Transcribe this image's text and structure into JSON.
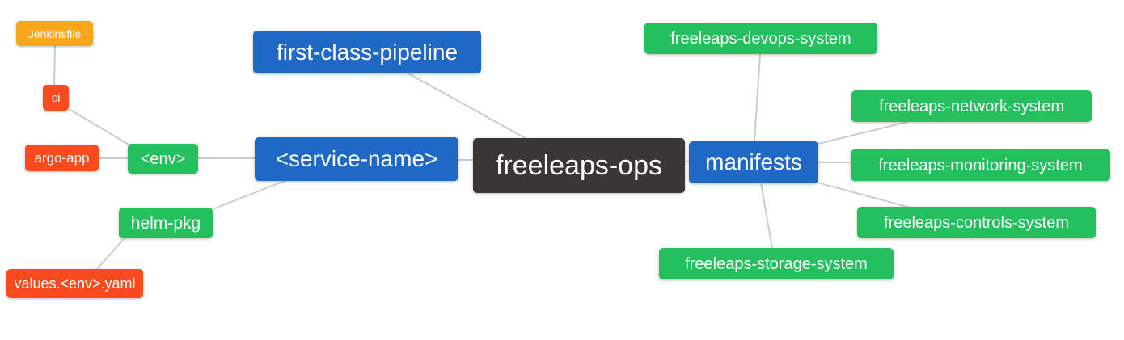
{
  "title": "freeleaps-ops mindmap",
  "palette": {
    "root": "#3a3633",
    "branch": "#1f68c5",
    "green": "#24c05e",
    "red": "#fb4b1e",
    "orange": "#faa61a",
    "line": "#cccccc",
    "text": "#ffffff"
  },
  "nodes": {
    "root": {
      "label": "freeleaps-ops",
      "role": "root"
    },
    "first_class_pipeline": {
      "label": "first-class-pipeline",
      "role": "branch"
    },
    "service_name": {
      "label": "<service-name>",
      "role": "branch"
    },
    "manifests": {
      "label": "manifests",
      "role": "branch"
    },
    "env": {
      "label": "<env>",
      "role": "green"
    },
    "helm_pkg": {
      "label": "helm-pkg",
      "role": "green"
    },
    "ci": {
      "label": "ci",
      "role": "red"
    },
    "argo_app": {
      "label": "argo-app",
      "role": "red"
    },
    "jenkinsfile": {
      "label": "Jenkinsfile",
      "role": "orange"
    },
    "values_env_yaml": {
      "label": "values.<env>.yaml",
      "role": "red"
    },
    "devops_system": {
      "label": "freeleaps-devops-system",
      "role": "green"
    },
    "network_system": {
      "label": "freeleaps-network-system",
      "role": "green"
    },
    "monitoring_system": {
      "label": "freeleaps-monitoring-system",
      "role": "green"
    },
    "controls_system": {
      "label": "freeleaps-controls-system",
      "role": "green"
    },
    "storage_system": {
      "label": "freeleaps-storage-system",
      "role": "green"
    }
  },
  "edges": [
    [
      "jenkinsfile",
      "ci"
    ],
    [
      "ci",
      "env"
    ],
    [
      "argo_app",
      "env"
    ],
    [
      "env",
      "service_name"
    ],
    [
      "helm_pkg",
      "service_name"
    ],
    [
      "values_env_yaml",
      "helm_pkg"
    ],
    [
      "service_name",
      "root"
    ],
    [
      "first_class_pipeline",
      "root"
    ],
    [
      "root",
      "manifests"
    ],
    [
      "manifests",
      "devops_system"
    ],
    [
      "manifests",
      "network_system"
    ],
    [
      "manifests",
      "monitoring_system"
    ],
    [
      "manifests",
      "controls_system"
    ],
    [
      "manifests",
      "storage_system"
    ]
  ]
}
